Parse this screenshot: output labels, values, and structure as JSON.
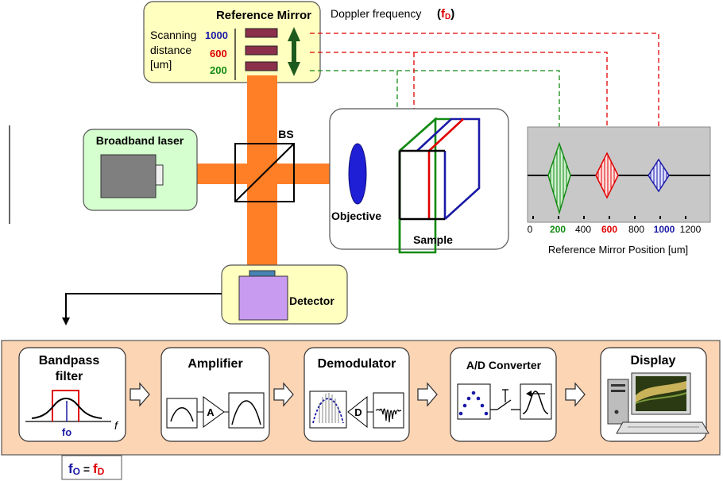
{
  "reference_mirror": {
    "title": "Reference Mirror",
    "scan_label_1": "Scanning",
    "scan_label_2": "distance",
    "scan_label_3": "[um]",
    "distances": [
      {
        "label": "1000",
        "color": "#1a1aa6"
      },
      {
        "label": "600",
        "color": "#e00000"
      },
      {
        "label": "200",
        "color": "#138a13"
      }
    ]
  },
  "doppler": {
    "label": "Doppler frequency",
    "paren_open": "(",
    "symbol": "f",
    "subscript": "D",
    "paren_close": ")"
  },
  "laser": {
    "label": "Broadband laser"
  },
  "beamsplitter": {
    "label": "BS"
  },
  "objective": {
    "label": "Objective"
  },
  "sample": {
    "label": "Sample"
  },
  "detector": {
    "label": "Detector"
  },
  "plot": {
    "ticks": [
      "0",
      "200",
      "400",
      "600",
      "800",
      "1000",
      "1200"
    ],
    "xlabel": "Reference Mirror Position [um]"
  },
  "chain": {
    "bandpass": {
      "line1": "Bandpass",
      "line2": "filter",
      "f_label": "fo",
      "axis": "f"
    },
    "amplifier": {
      "label": "Amplifier",
      "op": "A"
    },
    "demodulator": {
      "label": "Demodulator",
      "op": "D"
    },
    "adc": {
      "label": "A/D  Converter"
    },
    "display": {
      "label": "Display"
    }
  },
  "equation": {
    "lhs": "f",
    "lhs_sub": "O",
    "eq": " = ",
    "rhs": "f",
    "rhs_sub": "D"
  },
  "colors": {
    "beam": "#ff7f27",
    "yellow_panel": "#ffffc0",
    "green_panel": "#d6ffd0",
    "chain_panel": "#fcd5b5",
    "plot_bg": "#c8c8c8",
    "mirror": "#8b2f4a",
    "green": "#138a13",
    "red": "#e00000",
    "blue": "#1a1aa6"
  },
  "icons": [
    "up-down-arrow-icon",
    "next-stage-arrow-icon",
    "computer-display-icon"
  ]
}
